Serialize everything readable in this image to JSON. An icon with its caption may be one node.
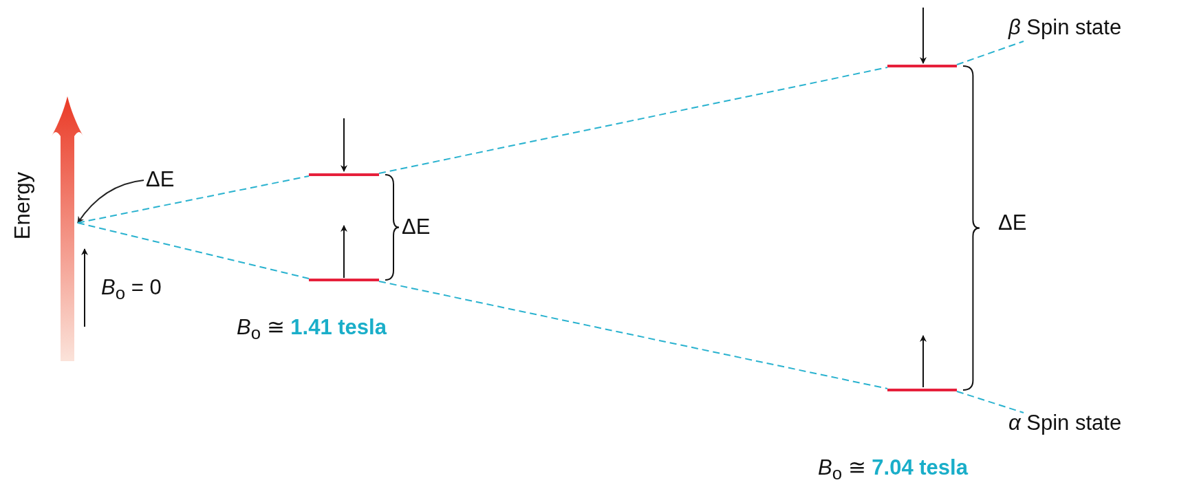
{
  "diagram": {
    "nodes": [
      {
        "text": [
          "Energy"
        ]
      },
      {
        "text": [
          "ΔE"
        ]
      },
      {
        "text": [],
        "shape": "bar"
      },
      {
        "text": [],
        "shape": "bar"
      },
      {
        "text": [],
        "shape": "bar"
      },
      {
        "text": [],
        "shape": "bar"
      },
      {
        "text": [
          "*β* Spin state"
        ]
      },
      {
        "text": [
          "*α* Spin state"
        ]
      }
    ],
    "edges": [
      {
        "from": 1,
        "to": 0,
        "arrow": "to",
        "color": "#222222"
      },
      {
        "from": 0,
        "to": 2,
        "arrow": "none",
        "style": "dashed"
      },
      {
        "from": 0,
        "to": 3,
        "arrow": "none",
        "style": "dashed"
      },
      {
        "from": 2,
        "to": 4,
        "arrow": "none",
        "style": "dashed"
      },
      {
        "from": 3,
        "to": 5,
        "arrow": "none",
        "style": "dashed"
      },
      {
        "from": 4,
        "to": 6,
        "arrow": "none",
        "style": "dashed"
      },
      {
        "from": 5,
        "to": 7,
        "arrow": "none",
        "style": "dashed"
      }
    ],
    "labels": [
      "*B*$_{o}$ = 0",
      "ΔE",
      "*B*$_{o}$ ≅ **1.41 tesla**",
      "ΔE",
      "*B*$_{o}$ ≅ **7.04 tesla**"
    ]
  }
}
